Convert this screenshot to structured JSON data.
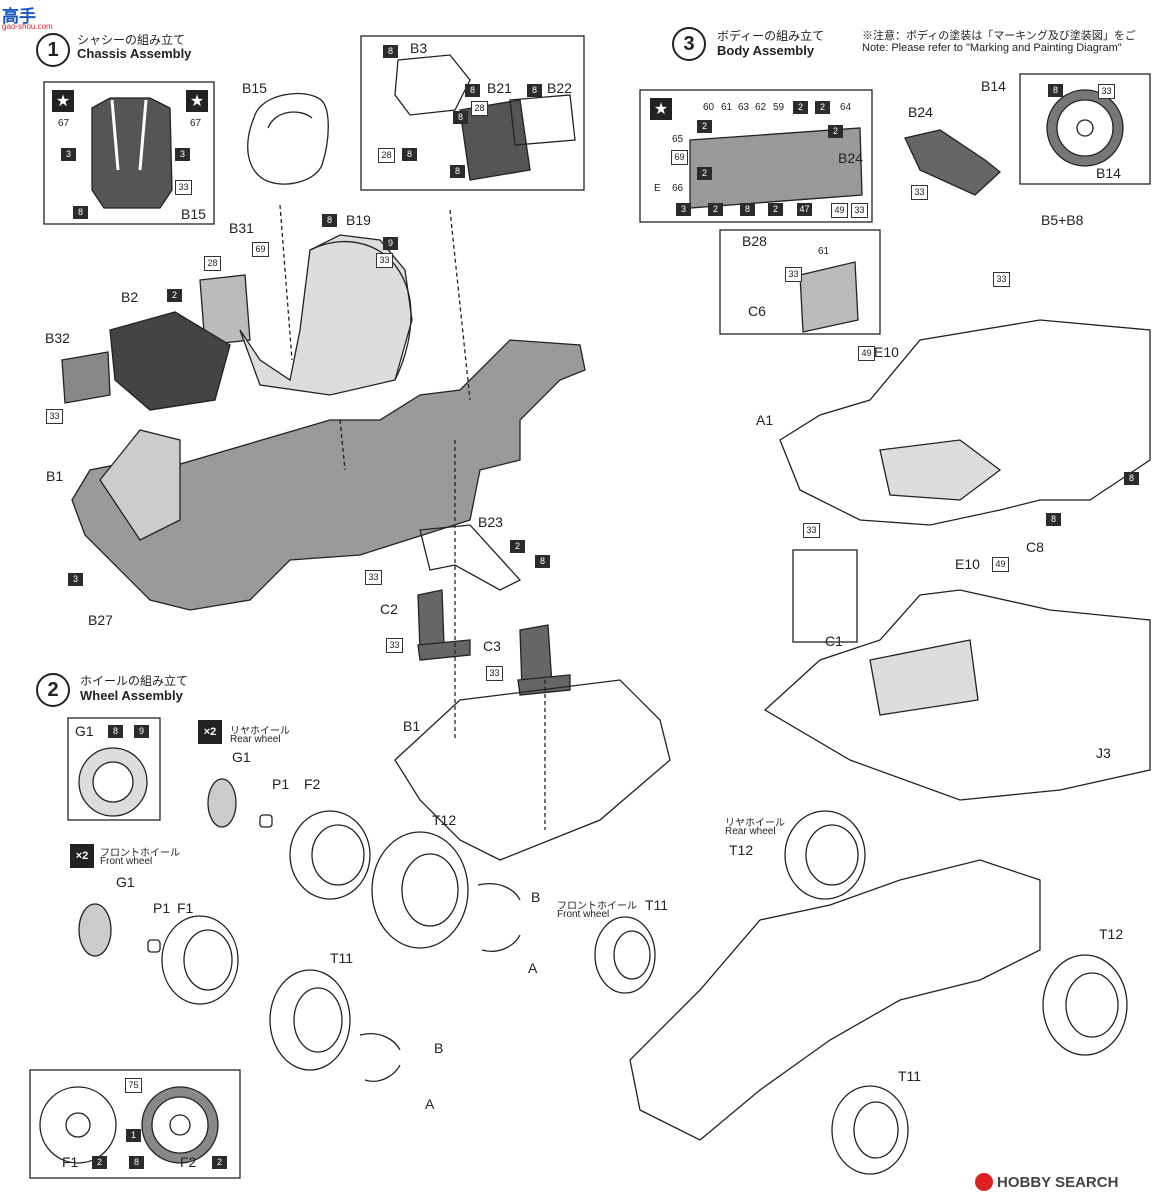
{
  "watermark_left": {
    "cn": "高手",
    "url": "gao-shou.com"
  },
  "watermark_right": "HOBBY SEARCH",
  "steps": [
    {
      "num": "1",
      "jp": "シャシーの組み立て",
      "en": "Chassis Assembly"
    },
    {
      "num": "2",
      "jp": "ホイールの組み立て",
      "en": "Wheel Assembly"
    },
    {
      "num": "3",
      "jp": "ボディーの組み立て",
      "en": "Body Assembly"
    }
  ],
  "note": {
    "jp": "※注意：ボディの塗装は「マーキング及び塗装図」をご",
    "en": "Note: Please refer to \"Marking and Painting Diagram\""
  },
  "wheel_labels": {
    "rear_jp": "リヤホイール",
    "rear_en": "Rear wheel",
    "front_jp": "フロントホイール",
    "front_en": "Front wheel",
    "times": "×2"
  },
  "parts": {
    "B15": "B15",
    "B3": "B3",
    "B21": "B21",
    "B22": "B22",
    "B31": "B31",
    "B19": "B19",
    "B2": "B2",
    "B32": "B32",
    "B1": "B1",
    "B27": "B27",
    "B23": "B23",
    "C2": "C2",
    "C3": "C3",
    "G1": "G1",
    "P1": "P1",
    "F1": "F1",
    "F2": "F2",
    "T11": "T11",
    "T12": "T12",
    "A": "A",
    "B": "B",
    "B14": "B14",
    "B24": "B24",
    "B5B8": "B5+B8",
    "B28": "B28",
    "C6": "C6",
    "E10": "E10",
    "A1": "A1",
    "C8": "C8",
    "C1": "C1",
    "J3": "J3"
  },
  "colors": {
    "1": "1",
    "2": "2",
    "3": "3",
    "8": "8",
    "9": "9",
    "28": "28",
    "33": "33",
    "47": "47",
    "49": "49",
    "59": "59",
    "60": "60",
    "61": "61",
    "62": "62",
    "63": "63",
    "64": "64",
    "65": "65",
    "66": "66",
    "67": "67",
    "69": "69",
    "75": "75"
  },
  "icons": {
    "star": "★",
    "E": "E"
  }
}
